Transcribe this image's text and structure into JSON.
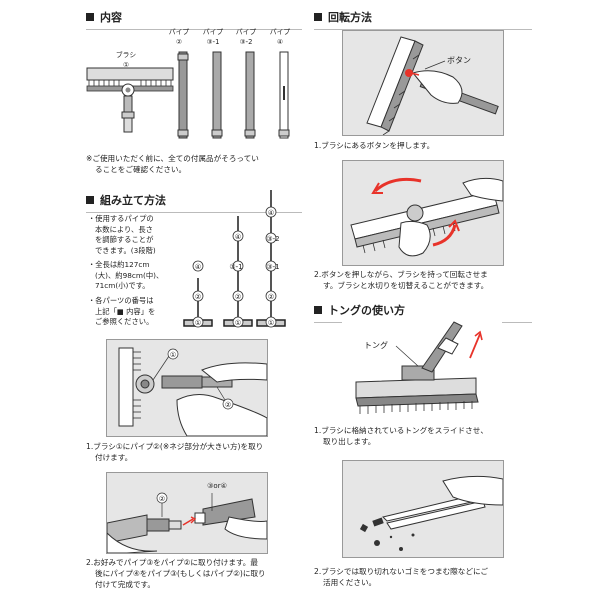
{
  "contents": {
    "title": "内容",
    "brush_label": "ブラシ",
    "brush_num": "①",
    "pipes": [
      {
        "label": "パイプ",
        "num": "②"
      },
      {
        "label": "パイプ",
        "num": "③-1"
      },
      {
        "label": "パイプ",
        "num": "③-2"
      },
      {
        "label": "パイプ",
        "num": "④"
      }
    ],
    "note_line1": "※ご使用いただく前に、全ての付属品がそろってい",
    "note_line2": "ることをご確認ください。"
  },
  "assembly": {
    "title": "組み立て方法",
    "b1": [
      "・使用するパイプの",
      "本数により、長さ",
      "を調節することが",
      "できます。(3段階)"
    ],
    "b2": [
      "・全長は約127cm",
      "(大)、約98cm(中)、",
      "71cm(小)です。"
    ],
    "b3": [
      "・各パーツの番号は",
      "上記「■ 内容」を",
      "ご参照ください。"
    ],
    "diagram_labels": {
      "n1": "①",
      "n2": "②",
      "n3_1": "③-1",
      "n3_2": "③-2",
      "n4": "④"
    },
    "step1_labels": {
      "a": "①",
      "b": "②"
    },
    "step1_caption": [
      "1.ブラシ①にパイプ②(※ネジ部分が大きい方)を取り",
      "付けます。"
    ],
    "step2_labels": {
      "a": "②",
      "b": "③or④"
    },
    "step2_caption": [
      "2.お好みでパイプ③をパイプ②に取り付けます。最",
      "後にパイプ④をパイプ③(もしくはパイプ②)に取り",
      "付けて完成です。"
    ]
  },
  "rotate": {
    "title": "回転方法",
    "button_label": "ボタン",
    "step1_caption": "1.ブラシにあるボタンを押します。",
    "step2_caption": [
      "2.ボタンを押しながら、ブラシを持って回転させま",
      "す。ブラシと水切りを切替えることができます。"
    ]
  },
  "tong": {
    "title": "トングの使い方",
    "tong_label": "トング",
    "step1_caption": [
      "1.ブラシに格納されているトングをスライドさせ、",
      "取り出します。"
    ],
    "step2_caption": [
      "2.ブラシでは取り切れないゴミをつまむ際などにご",
      "活用ください。"
    ]
  },
  "colors": {
    "accent": "#e8332a",
    "line": "#222222",
    "grey_bg": "#e6e6e6"
  }
}
